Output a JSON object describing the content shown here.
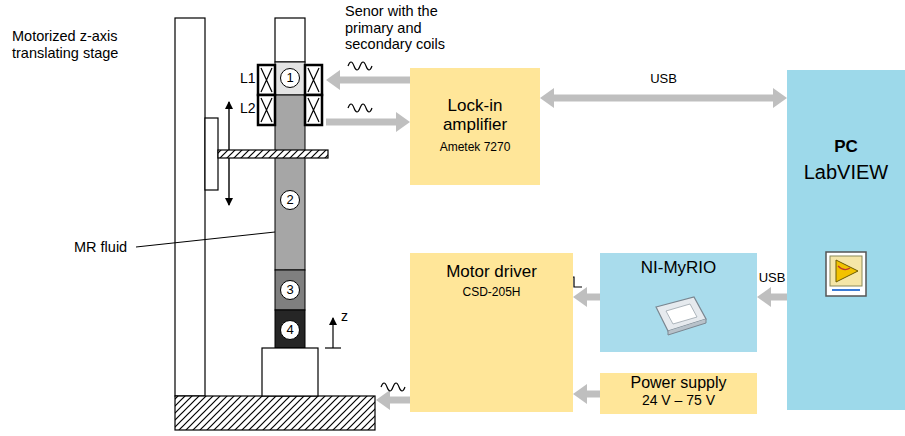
{
  "diagram": {
    "nodes": [
      {
        "text": [
          "1"
        ]
      },
      {
        "text": [
          "Lock-in amplifier",
          "Ametek 7270"
        ]
      },
      {
        "text": [
          "PC",
          "LabVIEW"
        ]
      },
      {
        "text": [
          "2"
        ]
      },
      {
        "text": [
          "Motor driver",
          "CSD-205H"
        ]
      },
      {
        "text": [
          "NI-MyRIO"
        ]
      },
      {
        "text": [
          "3"
        ]
      },
      {
        "text": [
          "4"
        ]
      },
      {
        "text": [
          "Power supply",
          "24 V – 75 V"
        ]
      }
    ],
    "edges": [
      {
        "from": 1,
        "to": 2,
        "label": "USB",
        "arrow": "both"
      },
      {
        "from": 2,
        "to": 5,
        "label": "USB",
        "arrow": "to"
      },
      {
        "from": 5,
        "to": 4,
        "arrow": "to"
      },
      {
        "from": 8,
        "to": 4,
        "arrow": "to"
      }
    ],
    "labels": [
      "Motorized z-axis translating stage",
      "Senor with the primary and secondary coils",
      "L1",
      "L2",
      "MR fluid",
      "z"
    ]
  }
}
